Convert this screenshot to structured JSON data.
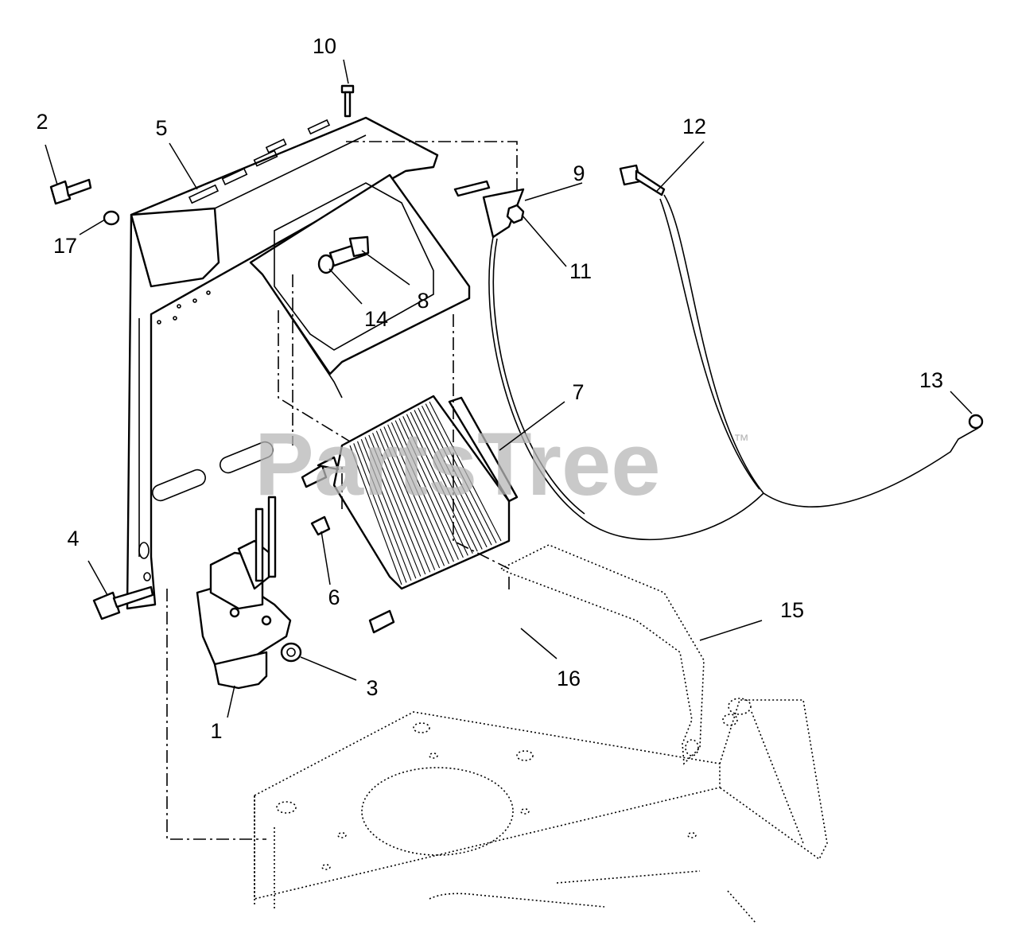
{
  "watermark": {
    "text": "PartsTree",
    "trademark": "™"
  },
  "callouts": [
    {
      "id": "1",
      "label": "1"
    },
    {
      "id": "2",
      "label": "2"
    },
    {
      "id": "3",
      "label": "3"
    },
    {
      "id": "4",
      "label": "4"
    },
    {
      "id": "5",
      "label": "5"
    },
    {
      "id": "6",
      "label": "6"
    },
    {
      "id": "7",
      "label": "7"
    },
    {
      "id": "8",
      "label": "8"
    },
    {
      "id": "9",
      "label": "9"
    },
    {
      "id": "10",
      "label": "10"
    },
    {
      "id": "11",
      "label": "11"
    },
    {
      "id": "12",
      "label": "12"
    },
    {
      "id": "13",
      "label": "13"
    },
    {
      "id": "14",
      "label": "14"
    },
    {
      "id": "15",
      "label": "15"
    },
    {
      "id": "16",
      "label": "16"
    },
    {
      "id": "17",
      "label": "17"
    }
  ]
}
